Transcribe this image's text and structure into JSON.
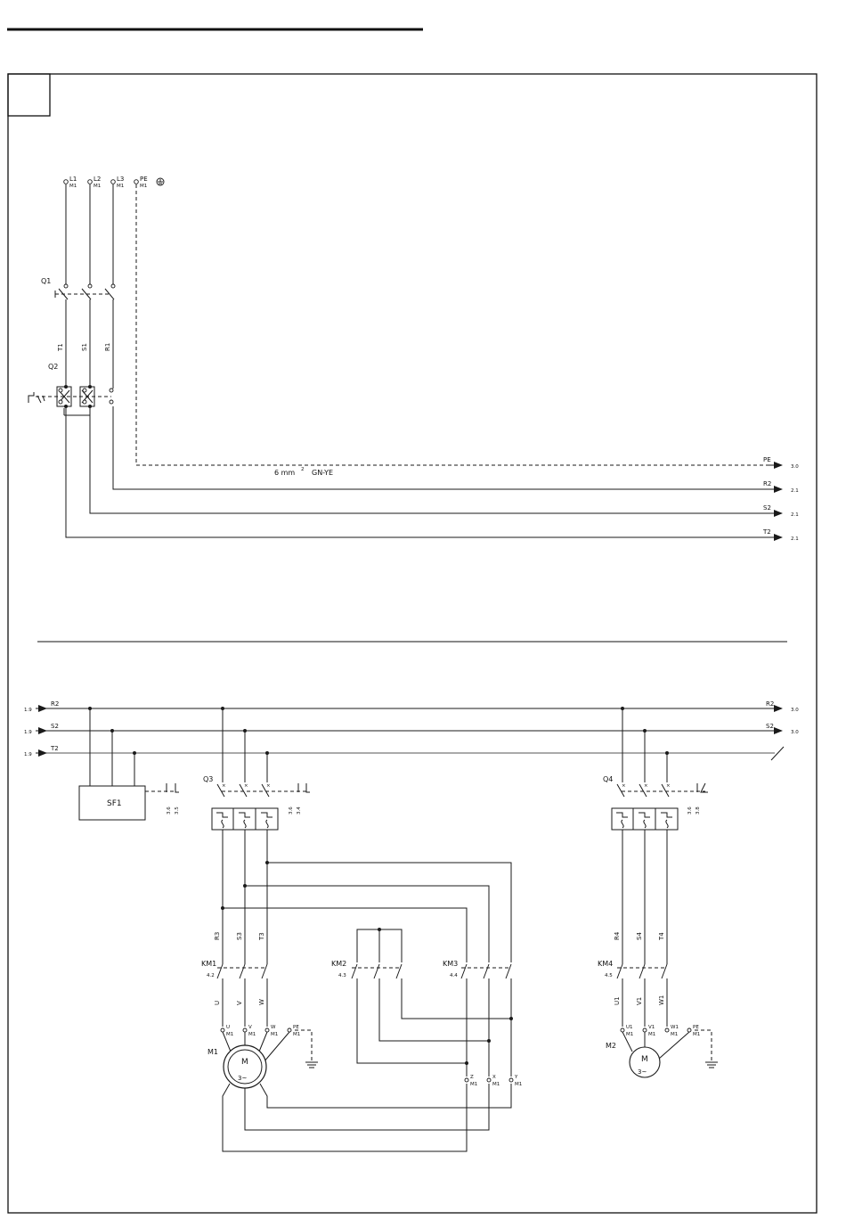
{
  "top_terminals": [
    {
      "id": "L1",
      "sub": "M1"
    },
    {
      "id": "L2",
      "sub": "M1"
    },
    {
      "id": "L3",
      "sub": "M1"
    },
    {
      "id": "PE",
      "sub": "M1"
    }
  ],
  "breakers_top": {
    "q1": "Q1",
    "q2": "Q2",
    "cores": [
      "T1",
      "S1",
      "R1"
    ]
  },
  "outgoing_lines": [
    {
      "label": "PE",
      "ref": "3.0"
    },
    {
      "label": "R2",
      "ref": "2.1"
    },
    {
      "label": "S2",
      "ref": "2.1"
    },
    {
      "label": "T2",
      "ref": "2.1"
    }
  ],
  "pe_cable": {
    "size": "6 mm",
    "sup": "2",
    "color": "GN-YE"
  },
  "bus_lines": [
    {
      "label": "R2",
      "ref_in": "1.9",
      "ref_out": "3.0"
    },
    {
      "label": "S2",
      "ref_in": "1.9",
      "ref_out": "3.0"
    },
    {
      "label": "T2",
      "ref_in": "1.9"
    }
  ],
  "sf1": {
    "label": "SF1",
    "contacts": [
      "3.6",
      "3.5"
    ]
  },
  "q3": {
    "label": "Q3",
    "contacts": [
      "3.6",
      "3.4"
    ],
    "outputs": [
      "R3",
      "S3",
      "T3"
    ]
  },
  "q4": {
    "label": "Q4",
    "contacts": [
      "3.6",
      "3.8"
    ],
    "outputs": [
      "R4",
      "S4",
      "T4"
    ]
  },
  "contactors": [
    {
      "label": "KM1",
      "ref": "4.2"
    },
    {
      "label": "KM2",
      "ref": "4.3"
    },
    {
      "label": "KM3",
      "ref": "4.4"
    },
    {
      "label": "KM4",
      "ref": "4.5"
    }
  ],
  "m1_phases": [
    "U",
    "V",
    "W"
  ],
  "m2_phases": [
    "U1",
    "V1",
    "W1"
  ],
  "m1_terminals": [
    {
      "id": "U",
      "sub": "M1"
    },
    {
      "id": "V",
      "sub": "M1"
    },
    {
      "id": "W",
      "sub": "M1"
    },
    {
      "id": "PE",
      "sub": "M1"
    }
  ],
  "m1_star_terminals": [
    {
      "id": "Z",
      "sub": "M1"
    },
    {
      "id": "X",
      "sub": "M1"
    },
    {
      "id": "Y",
      "sub": "M1"
    }
  ],
  "m2_terminals": [
    {
      "id": "U1",
      "sub": "M1"
    },
    {
      "id": "V1",
      "sub": "M1"
    },
    {
      "id": "W1",
      "sub": "M1"
    },
    {
      "id": "PE",
      "sub": "M1"
    }
  ],
  "motors": [
    {
      "label": "M1",
      "symbol": "M",
      "phase": "3~"
    },
    {
      "label": "M2",
      "symbol": "M",
      "phase": "3~"
    }
  ]
}
